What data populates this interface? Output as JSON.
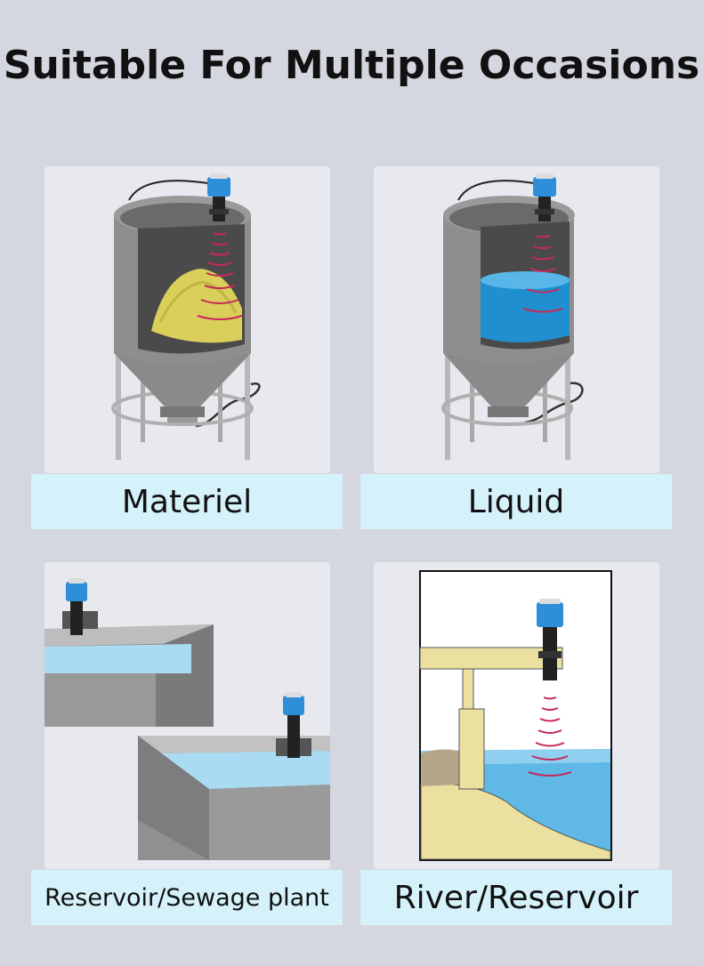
{
  "heading": "Suitable For Multiple Occasions",
  "cards": [
    {
      "label": "Materiel"
    },
    {
      "label": "Liquid"
    },
    {
      "label": "Reservoir/Sewage plant"
    },
    {
      "label": "River/Reservoir"
    }
  ],
  "colors": {
    "background": "#d4d6e0",
    "panel": "#e8e9ef",
    "label_bg": "#d5f1fa",
    "sensor_blue": "#2e8fd8",
    "wave": "#c8285a"
  }
}
